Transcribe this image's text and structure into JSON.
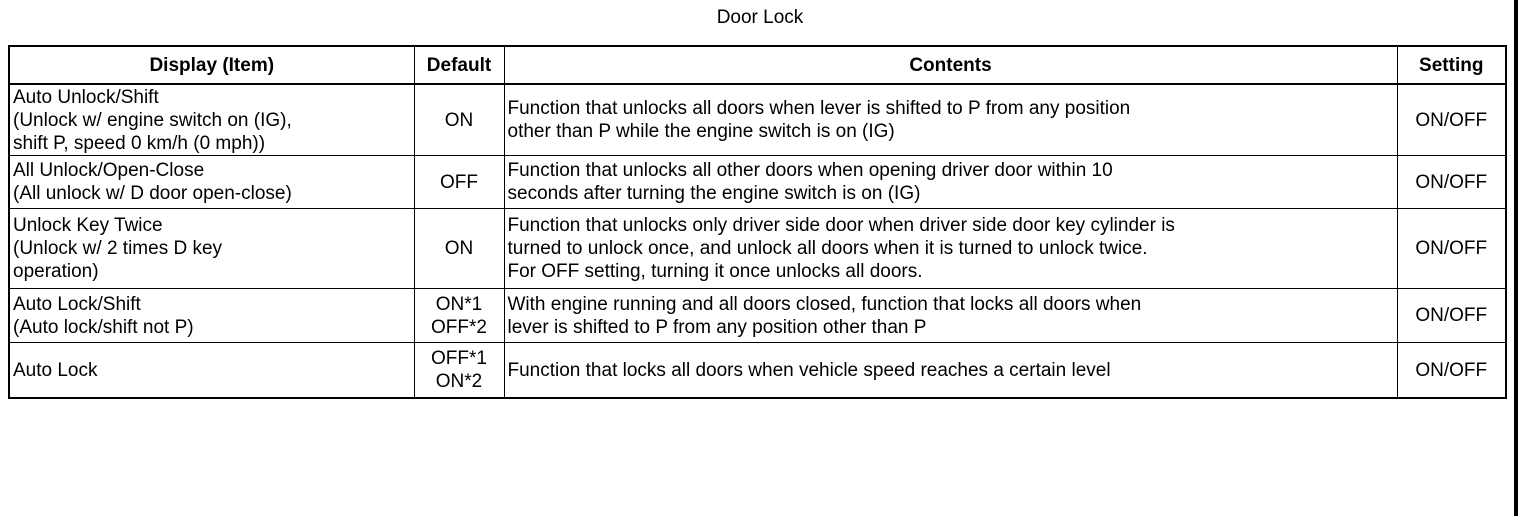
{
  "title": "Door Lock",
  "headers": {
    "display_item": "Display (Item)",
    "default": "Default",
    "contents": "Contents",
    "setting": "Setting"
  },
  "rows": [
    {
      "item_lines": [
        "Auto Unlock/Shift",
        "(Unlock w/ engine switch on (IG),",
        "shift P, speed 0 km/h (0 mph))"
      ],
      "default_lines": [
        "ON"
      ],
      "contents_lines": [
        "Function that unlocks all doors when lever is shifted to P from any position",
        "other than P while the engine switch is on (IG)"
      ],
      "setting": "ON/OFF"
    },
    {
      "item_lines": [
        "All Unlock/Open-Close",
        "(All unlock w/ D door open-close)"
      ],
      "default_lines": [
        "OFF"
      ],
      "contents_lines": [
        "Function that unlocks all other doors when opening driver door within 10",
        "seconds after turning the engine switch is on (IG)"
      ],
      "setting": "ON/OFF"
    },
    {
      "item_lines": [
        "Unlock Key Twice",
        "(Unlock w/ 2 times D key",
        "operation)"
      ],
      "default_lines": [
        "ON"
      ],
      "contents_lines": [
        "Function that unlocks only driver side door when driver side door key cylinder is",
        "turned to unlock once, and unlock all doors when it is turned to unlock twice.",
        "For OFF setting, turning it once unlocks all doors."
      ],
      "setting": "ON/OFF"
    },
    {
      "item_lines": [
        "Auto Lock/Shift",
        "(Auto lock/shift not P)"
      ],
      "default_lines": [
        "ON*1",
        "OFF*2"
      ],
      "contents_lines": [
        "With engine running and all doors closed, function that locks all doors when",
        "lever is shifted to P from any position other than P"
      ],
      "setting": "ON/OFF"
    },
    {
      "item_lines": [
        "Auto Lock"
      ],
      "default_lines": [
        "OFF*1",
        "ON*2"
      ],
      "contents_lines": [
        "Function that locks all doors when vehicle speed reaches a certain level"
      ],
      "setting": "ON/OFF"
    }
  ]
}
